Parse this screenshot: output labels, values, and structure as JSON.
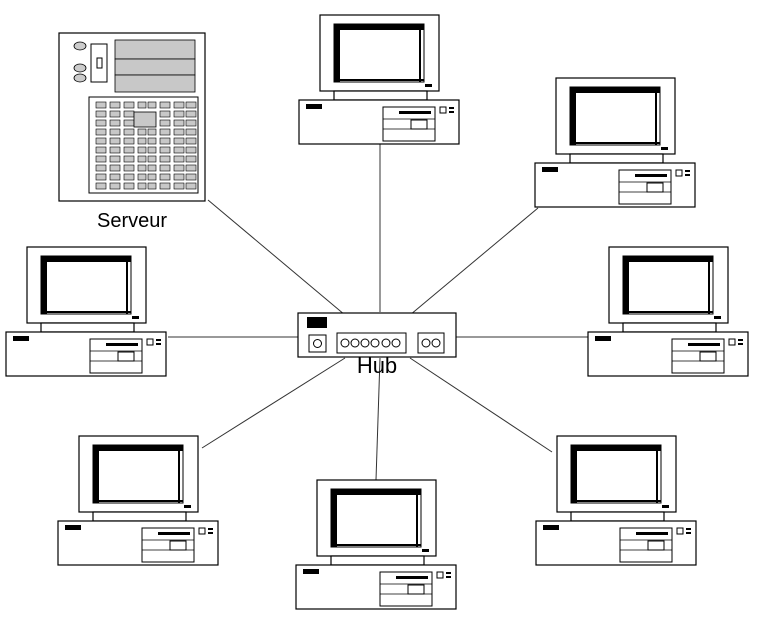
{
  "diagram": {
    "type": "star-network-topology",
    "hub": {
      "label": "Hub",
      "icon": "network-hub-icon"
    },
    "server": {
      "label": "Serveur",
      "icon": "tower-server-icon"
    },
    "workstations": [
      {
        "icon": "desktop-computer-icon"
      },
      {
        "icon": "desktop-computer-icon"
      },
      {
        "icon": "desktop-computer-icon"
      },
      {
        "icon": "desktop-computer-icon"
      },
      {
        "icon": "desktop-computer-icon"
      },
      {
        "icon": "desktop-computer-icon"
      },
      {
        "icon": "desktop-computer-icon"
      }
    ],
    "connections": [
      {
        "from": "hub",
        "to": "server"
      },
      {
        "from": "hub",
        "to": "workstation-1"
      },
      {
        "from": "hub",
        "to": "workstation-2"
      },
      {
        "from": "hub",
        "to": "workstation-3"
      },
      {
        "from": "hub",
        "to": "workstation-4"
      },
      {
        "from": "hub",
        "to": "workstation-5"
      },
      {
        "from": "hub",
        "to": "workstation-6"
      },
      {
        "from": "hub",
        "to": "workstation-7"
      }
    ]
  }
}
